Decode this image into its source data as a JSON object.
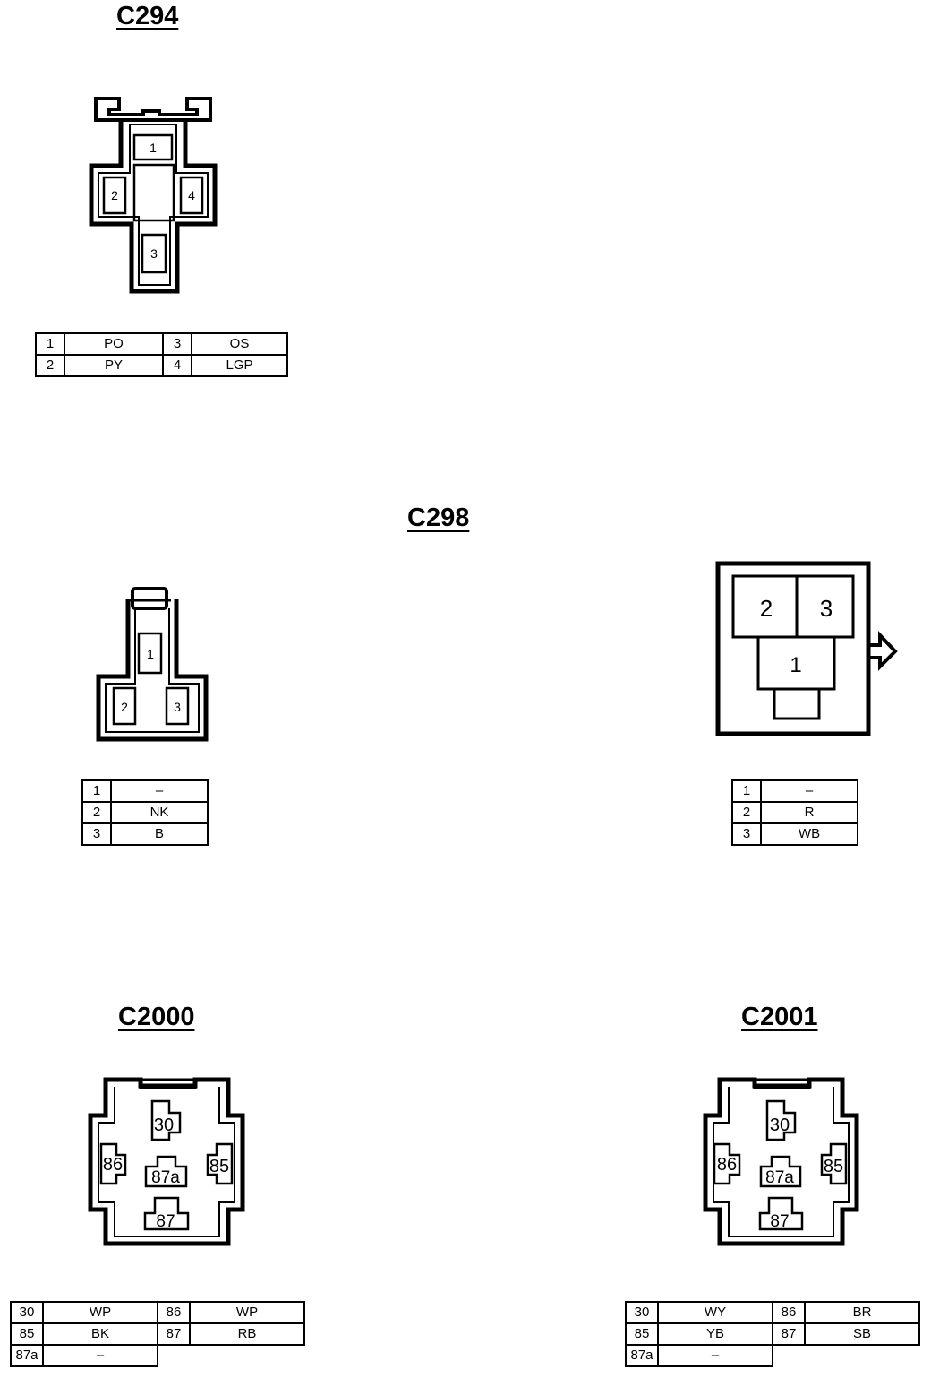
{
  "c294": {
    "title": "C294",
    "pins": [
      {
        "pin": "1",
        "color": "PO"
      },
      {
        "pin": "2",
        "color": "PY"
      },
      {
        "pin": "3",
        "color": "OS"
      },
      {
        "pin": "4",
        "color": "LGP"
      }
    ]
  },
  "c298": {
    "title": "C298",
    "left": {
      "pins": [
        {
          "pin": "1",
          "color": "–"
        },
        {
          "pin": "2",
          "color": "NK"
        },
        {
          "pin": "3",
          "color": "B"
        }
      ]
    },
    "right": {
      "pins": [
        {
          "pin": "1",
          "color": "–"
        },
        {
          "pin": "2",
          "color": "R"
        },
        {
          "pin": "3",
          "color": "WB"
        }
      ]
    }
  },
  "c2000": {
    "title": "C2000",
    "pins": [
      {
        "pin": "30",
        "color": "WP"
      },
      {
        "pin": "86",
        "color": "WP"
      },
      {
        "pin": "85",
        "color": "BK"
      },
      {
        "pin": "87",
        "color": "RB"
      },
      {
        "pin": "87a",
        "color": "–"
      }
    ]
  },
  "c2001": {
    "title": "C2001",
    "pins": [
      {
        "pin": "30",
        "color": "WY"
      },
      {
        "pin": "86",
        "color": "BR"
      },
      {
        "pin": "85",
        "color": "YB"
      },
      {
        "pin": "87",
        "color": "SB"
      },
      {
        "pin": "87a",
        "color": "–"
      }
    ]
  }
}
